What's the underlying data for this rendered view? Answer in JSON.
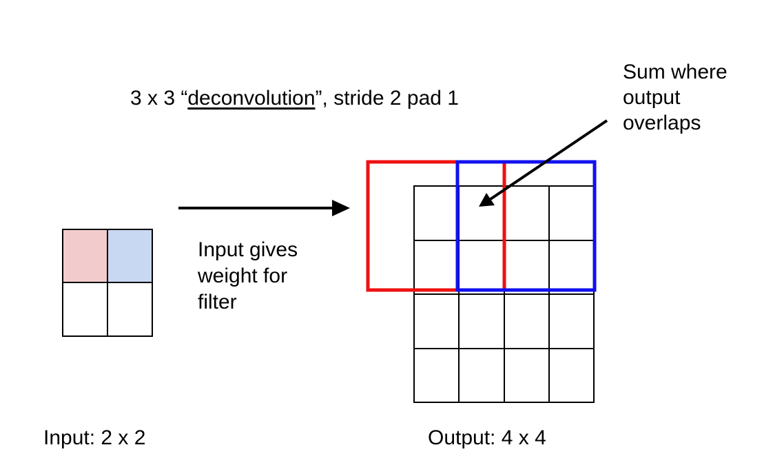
{
  "title": {
    "prefix": "3 x 3 “",
    "underlined": "deconvolution",
    "suffix": "”, stride 2 pad 1"
  },
  "notes": {
    "sum_lines": [
      "Sum where",
      "output",
      "overlaps"
    ],
    "input_weight_lines": [
      "Input gives",
      "weight for",
      "filter"
    ]
  },
  "captions": {
    "input": "Input: 2 x 2",
    "output": "Output: 4 x 4"
  },
  "colors": {
    "red_filter": "#ee1111",
    "blue_filter": "#1111ee",
    "input_red_cell": "#f2cccc",
    "input_blue_cell": "#c8d8f2",
    "grid_line": "#000000"
  }
}
